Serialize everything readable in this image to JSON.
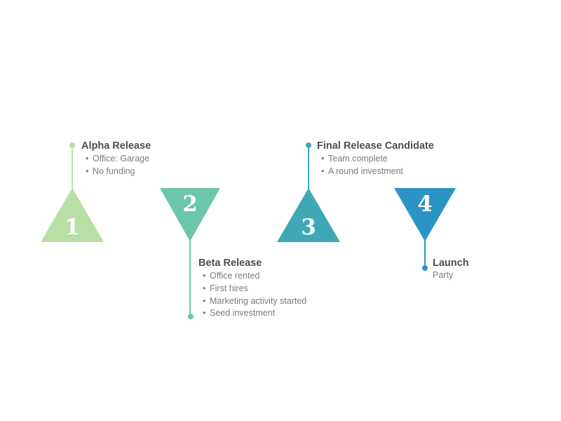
{
  "background": "#ffffff",
  "text_colors": {
    "title": "#4f4f4f",
    "body": "#7b7b7b",
    "number": "#ffffff"
  },
  "milestones": [
    {
      "number": "1",
      "direction": "up",
      "color": "#b8dfa6",
      "title": "Alpha Release",
      "bullets": [
        "Office: Garage",
        "No funding"
      ],
      "note": ""
    },
    {
      "number": "2",
      "direction": "down",
      "color": "#6cc6ab",
      "title": "Beta Release",
      "bullets": [
        "Office rented",
        "First hires",
        "Marketing activity started",
        "Seed investment"
      ],
      "note": ""
    },
    {
      "number": "3",
      "direction": "up",
      "color": "#3ea9b4",
      "title": "Final Release Candidate",
      "bullets": [
        "Team complete",
        "A round investment"
      ],
      "note": ""
    },
    {
      "number": "4",
      "direction": "down",
      "color": "#2b94c5",
      "title": "Launch",
      "bullets": [],
      "note": "Party"
    }
  ]
}
